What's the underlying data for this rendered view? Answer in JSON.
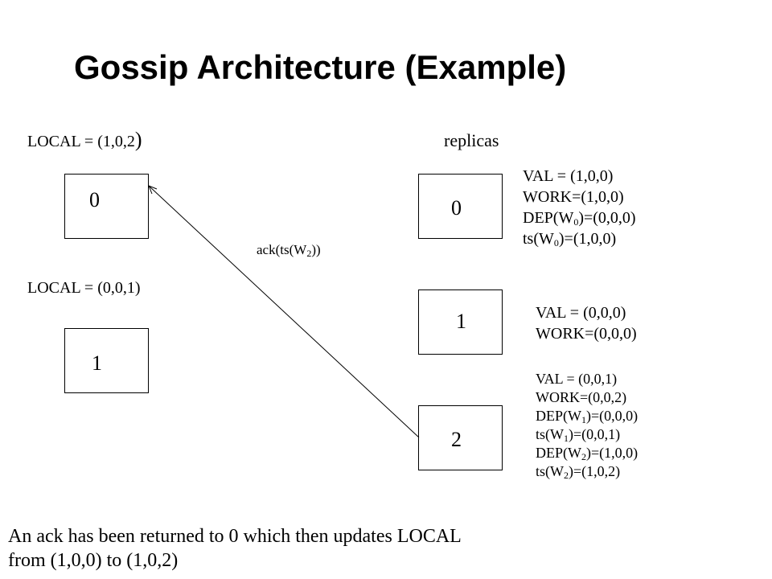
{
  "title": "Gossip Architecture (Example)",
  "front_ends": {
    "fe0": {
      "label": "0",
      "local_text": "LOCAL = (1,0,2",
      "local_paren": ")"
    },
    "fe1": {
      "label": "1",
      "local_text": "LOCAL = (0,0,1)"
    }
  },
  "replicas_heading": "replicas",
  "replicas": {
    "r0": {
      "label": "0",
      "val": "VAL = (1,0,0)",
      "work": "WORK=(1,0,0)",
      "dep_w0": {
        "prefix": "DEP(W",
        "sub": "0",
        "suffix": ")=(0,0,0)"
      },
      "ts_w0": {
        "prefix": "ts(W",
        "sub": "0",
        "suffix": ")=(1,0,0)"
      }
    },
    "r1": {
      "label": "1",
      "val": "VAL = (0,0,0)",
      "work": "WORK=(0,0,0)"
    },
    "r2": {
      "label": "2",
      "val": "VAL = (0,0,1)",
      "work": "WORK=(0,0,2)",
      "dep_w1": {
        "prefix": "DEP(W",
        "sub": "1",
        "suffix": ")=(0,0,0)"
      },
      "ts_w1": {
        "prefix": "ts(W",
        "sub": "1",
        "suffix": ")=(0,0,1)"
      },
      "dep_w2": {
        "prefix": "DEP(W",
        "sub": "2",
        "suffix": ")=(1,0,0)"
      },
      "ts_w2": {
        "prefix": "ts(W",
        "sub": "2",
        "suffix": ")=(1,0,2)"
      }
    }
  },
  "ack_label": {
    "prefix": "ack(ts(W",
    "sub": "2",
    "suffix": "))"
  },
  "caption": {
    "line1": "An ack has been returned to 0 which then updates LOCAL",
    "line2": "from (1,0,0) to (1,0,2)"
  }
}
